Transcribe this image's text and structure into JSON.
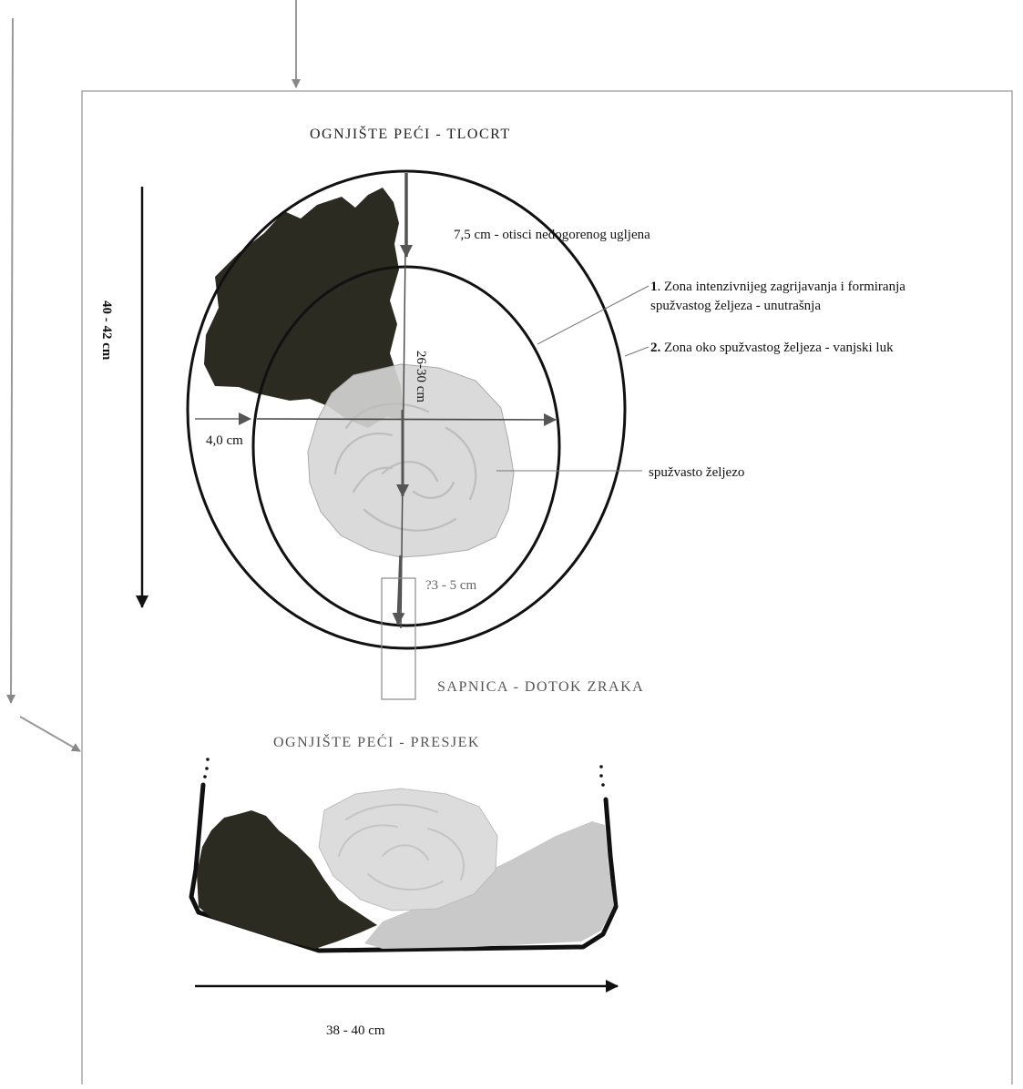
{
  "plan": {
    "title": "OGNJIŠTE PEĆI - TLOCRT",
    "dim_vertical": "40 - 42 cm",
    "dim_depth_label": "7,5 cm  - otisci nedogorenog ugljena",
    "dim_inner": "26-30 cm",
    "dim_left_offset": "4,0 cm",
    "dim_nozzle": "?3 - 5 cm",
    "zone1_number": "1",
    "zone1_line1": ". Zona intenzivnijeg zagrijavanja i formiranja",
    "zone1_line2": "spužvastog željeza - unutrašnja",
    "zone2_number": "2.",
    "zone2_text": " Zona oko spužvastog željeza - vanjski luk",
    "bloom_label": "spužvasto željezo",
    "nozzle_label": "SAPNICA - DOTOK ZRAKA"
  },
  "section": {
    "title": "OGNJIŠTE PEĆI - PRESJEK",
    "dim_width": "38 - 40 cm"
  },
  "colors": {
    "charcoal": "#2b2b22",
    "bloom": "#d6d6d6",
    "frame": "#9a9a9a",
    "ink": "#111111"
  }
}
